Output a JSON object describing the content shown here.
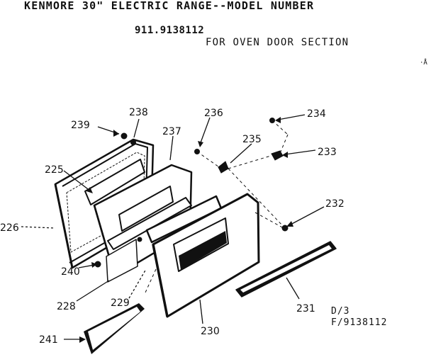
{
  "header": {
    "title": "KENMORE 30\" ELECTRIC RANGE--MODEL NUMBER",
    "model_number": "911.9138112",
    "section": "FOR OVEN DOOR SECTION"
  },
  "corner_mark": "·Å",
  "parts": {
    "p225": "225",
    "p226": "226",
    "p228": "228",
    "p229": "229",
    "p230": "230",
    "p231": "231",
    "p232": "232",
    "p233": "233",
    "p234": "234",
    "p235": "235",
    "p236": "236",
    "p237": "237",
    "p238": "238",
    "p239": "239",
    "p240": "240",
    "p241": "241"
  },
  "footer": {
    "line1": "D/3",
    "line2": "F/9138112"
  }
}
